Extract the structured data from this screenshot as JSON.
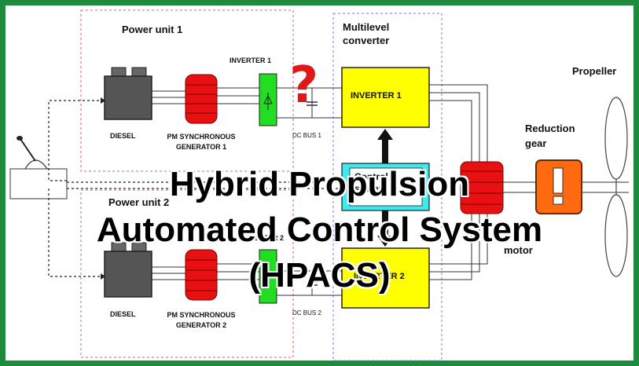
{
  "colors": {
    "frame": "#1e8a3c",
    "unit_border": "#e06060",
    "converter_border": "#7a7ae0",
    "inverter_fill": "#ffff00",
    "generator_fill": "#e81010",
    "small_inverter_fill": "#22dd22",
    "control_fill": "#40e8f0",
    "gear_fill": "#ff6a10",
    "diesel_fill": "#555555",
    "question_mark": "#e01818"
  },
  "diagram": {
    "power_unit_1": "Power unit 1",
    "power_unit_2": "Power unit 2",
    "multilevel_converter": "Multilevel\nconverter",
    "propeller": "Propeller",
    "reduction_gear": "Reduction\ngear",
    "motor": "motor",
    "diesel_1": "DIESEL",
    "diesel_2": "DIESEL",
    "generator_1": "PM SYNCHRONOUS\nGENERATOR 1",
    "generator_2": "PM SYNCHRONOUS\nGENERATOR 2",
    "inverter_small_1": "INVERTER 1",
    "inverter_small_2": "INVERTER 2",
    "inverter_big_1": "INVERTER 1",
    "inverter_big_2": "INVERTER 2",
    "dc_bus_1": "DC BUS 1",
    "dc_bus_2": "DC BUS 2",
    "control_system": "Control\nsystem",
    "question_mark": "?"
  },
  "overlay_title": {
    "line1": "Hybrid Propulsion",
    "line2": "Automated Control System",
    "line3": "(HPACS)"
  }
}
